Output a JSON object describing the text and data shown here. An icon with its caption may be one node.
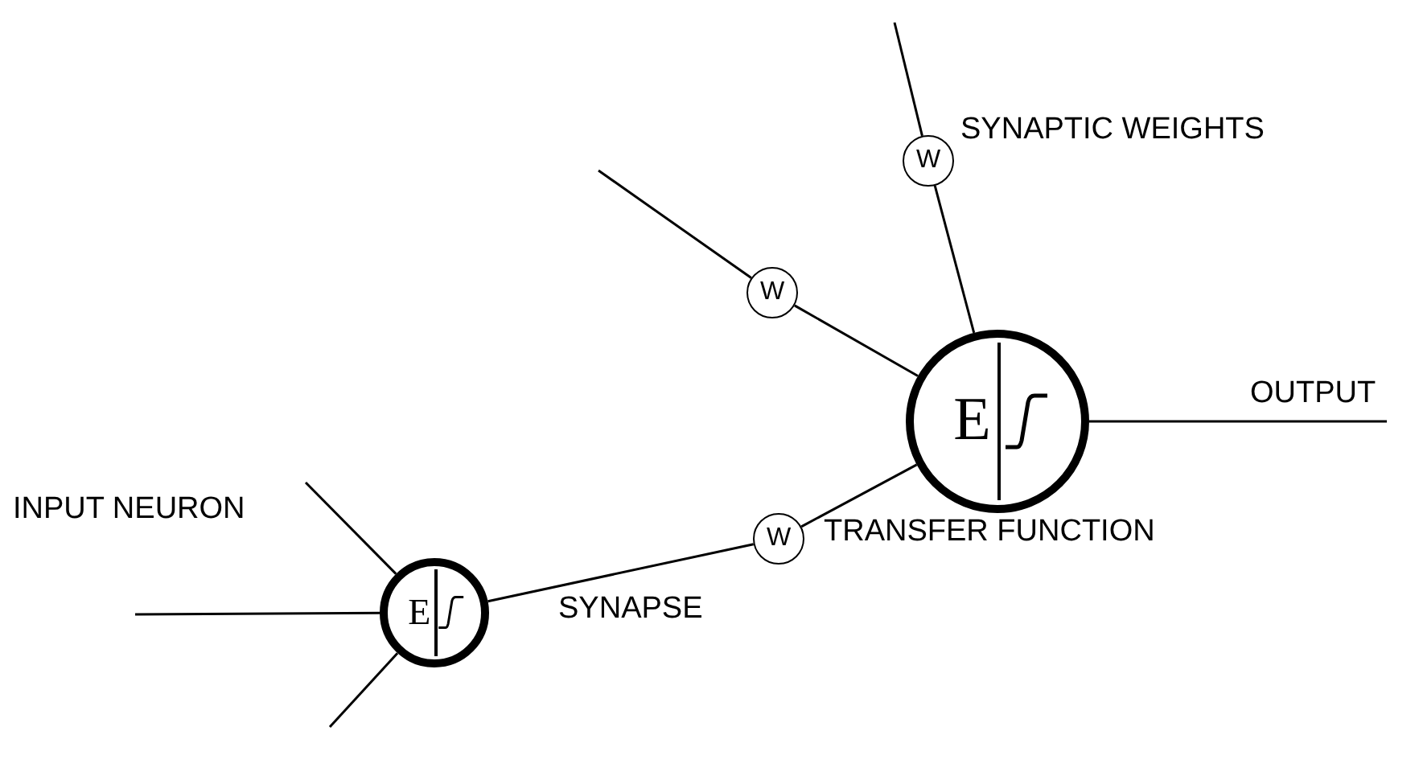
{
  "diagram": {
    "nodes": [
      {
        "text": [
          "E"
        ]
      },
      {
        "text": [
          "E"
        ]
      },
      {
        "text": [
          "W"
        ]
      },
      {
        "text": [
          "W"
        ]
      },
      {
        "text": [
          "W"
        ]
      }
    ],
    "edges": [
      {
        "from": null,
        "to": 0,
        "arrow": "none"
      },
      {
        "from": null,
        "to": 0,
        "arrow": "none"
      },
      {
        "from": null,
        "to": 0,
        "arrow": "none"
      },
      {
        "from": 0,
        "to": 2,
        "arrow": "none"
      },
      {
        "from": 2,
        "to": 1,
        "arrow": "none"
      },
      {
        "from": null,
        "to": 3,
        "arrow": "none"
      },
      {
        "from": 3,
        "to": 1,
        "arrow": "none"
      },
      {
        "from": null,
        "to": 4,
        "arrow": "none"
      },
      {
        "from": 4,
        "to": 1,
        "arrow": "none"
      },
      {
        "from": 1,
        "to": null,
        "arrow": "none"
      }
    ],
    "labels": [
      "SYNAPTIC WEIGHTS",
      "OUTPUT",
      "INPUT NEURON",
      "TRANSFER FUNCTION",
      "SYNAPSE"
    ]
  }
}
